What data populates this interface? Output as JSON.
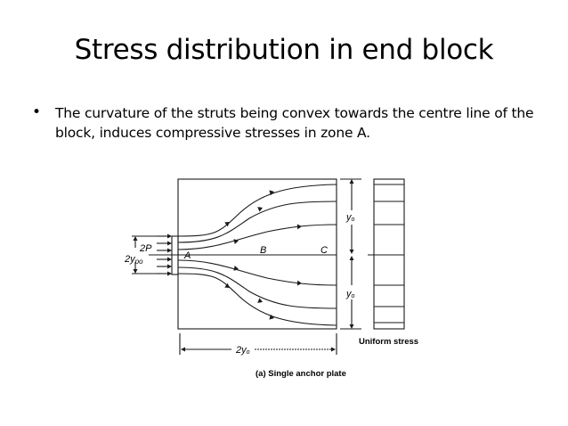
{
  "slide": {
    "title": "Stress distribution in end block",
    "bullets": [
      {
        "marker": "•",
        "text": "The curvature of the struts being convex towards the centre line of the block, induces compressive stresses in zone A."
      }
    ]
  },
  "figure": {
    "caption": "(a) Single anchor plate",
    "labels": {
      "force": "2P",
      "plate_depth": "2y",
      "plate_depth_sub": "po",
      "zone_a": "A",
      "zone_b": "B",
      "zone_c": "C",
      "half_depth_top": "y",
      "half_depth_top_sub": "o",
      "half_depth_bottom": "y",
      "half_depth_bottom_sub": "o",
      "length": "2y",
      "length_sub": "o",
      "uniform_stress": "Uniform stress"
    },
    "line_color": "#1a1a1a"
  }
}
